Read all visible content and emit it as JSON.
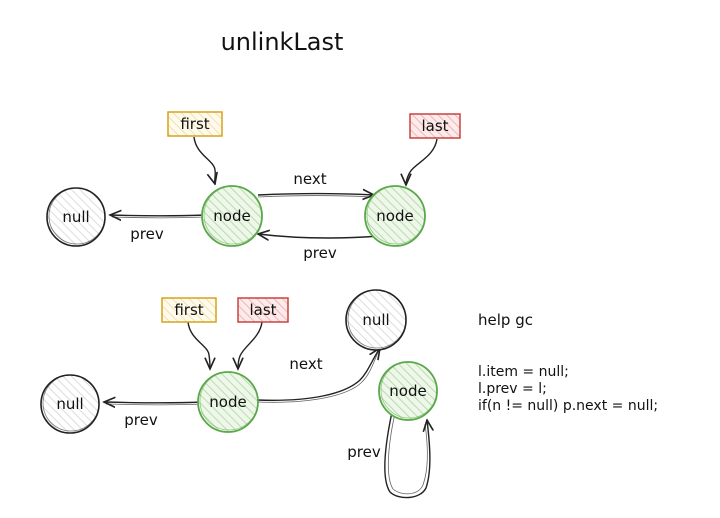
{
  "title": "unlinkLast",
  "colors": {
    "node_stroke": "#5aa84a",
    "node_fill": "#c7e6bd",
    "null_stroke": "#222222",
    "first_stroke": "#d6a41c",
    "first_fill": "#fbeec0",
    "last_stroke": "#c74343",
    "last_fill": "#f6c9c9"
  },
  "before": {
    "pointers": {
      "first": "first",
      "last": "last"
    },
    "nodes": {
      "null": "null",
      "node_a": "node",
      "node_b": "node"
    },
    "edges": {
      "next": "next",
      "prev_a": "prev",
      "prev_b": "prev"
    }
  },
  "after": {
    "pointers": {
      "first": "first",
      "last": "last"
    },
    "nodes": {
      "null_left": "null",
      "node_main": "node",
      "null_right": "null",
      "node_removed": "node"
    },
    "edges": {
      "next": "next",
      "prev_left": "prev",
      "prev_self": "prev"
    }
  },
  "help": {
    "heading": "help gc",
    "lines": [
      "l.item = null;",
      "l.prev = l;",
      "if(n != null) p.next = null;"
    ]
  }
}
